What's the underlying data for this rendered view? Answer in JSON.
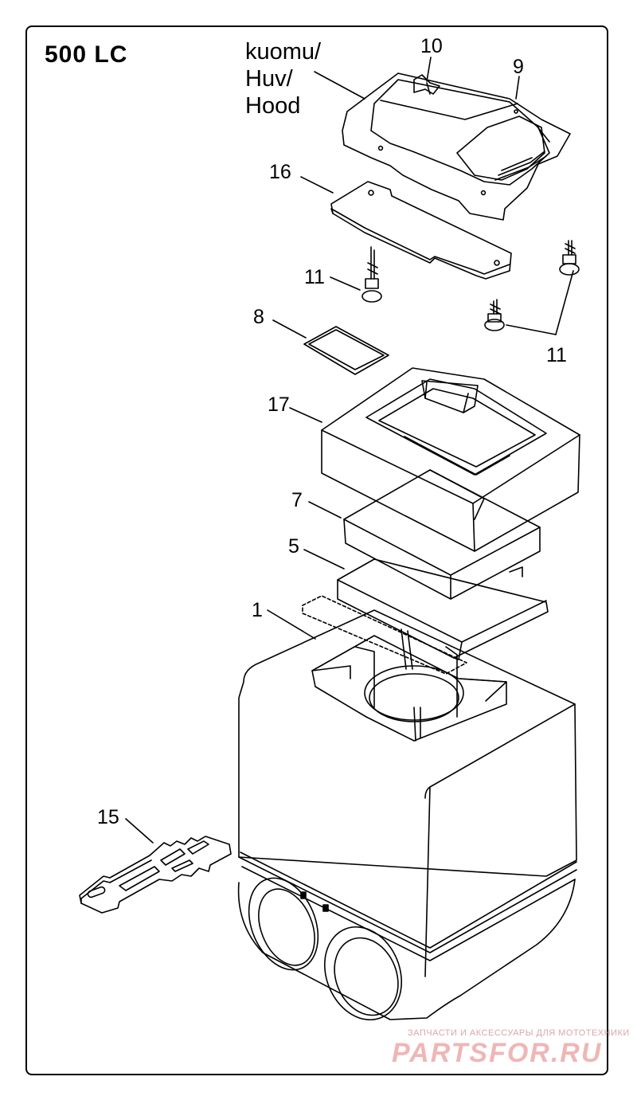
{
  "title": "500 LC",
  "hood_label": [
    "kuomu/",
    "Huv/",
    "Hood"
  ],
  "callouts": {
    "c10": "10",
    "c9": "9",
    "c16": "16",
    "c11a": "11",
    "c11b": "11",
    "c8": "8",
    "c17": "17",
    "c7": "7",
    "c5": "5",
    "c1": "1",
    "c15": "15"
  },
  "watermark": {
    "small": "ЗАПЧАСТИ И АКСЕССУАРЫ ДЛЯ МОТОТЕХНИКИ",
    "big": "PARTSFOR.RU"
  },
  "colors": {
    "line": "#000000",
    "watermark": "#efb6b6"
  }
}
